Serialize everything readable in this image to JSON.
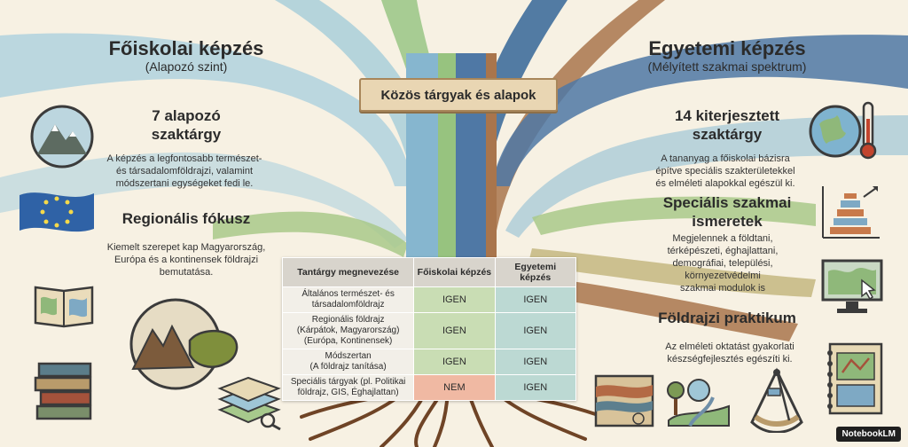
{
  "left": {
    "title": "Főiskolai képzés",
    "subtitle": "(Alapozó szint)",
    "section1": {
      "title_line1": "7 alapozó",
      "title_line2": "szaktárgy",
      "text_lines": [
        "A képzés a legfontosabb természet-",
        "és társadalomföldrajzi, valamint",
        "módszertani egységeket fedi le."
      ]
    },
    "section2": {
      "title": "Regionális fókusz",
      "text_lines": [
        "Kiemelt szerepet kap Magyarország,",
        "Európa és a kontinensek földrajzi",
        "bemutatása."
      ]
    }
  },
  "center": {
    "banner": "Közös tárgyak és alapok"
  },
  "right": {
    "title": "Egyetemi képzés",
    "subtitle": "(Mélyített szakmai spektrum)",
    "section1": {
      "title_line1": "14 kiterjesztett",
      "title_line2": "szaktárgy",
      "text_lines": [
        "A tananyag a főiskolai bázisra",
        "építve speciális szakterületekkel",
        "és elméleti alapokkal egészül ki."
      ]
    },
    "section2": {
      "title_line1": "Speciális szakmai",
      "title_line2": "ismeretek",
      "text_lines": [
        "Megjelennek a földtani,",
        "térképészeti, éghajlattani,",
        "demográfiai, települési,",
        "környezetvédelmi",
        "szakmai modulok is"
      ]
    },
    "section3": {
      "title": "Földrajzi praktikum",
      "text_lines": [
        "Az elméleti oktatást gyakorlati",
        "készségfejlesztés egészíti ki."
      ]
    }
  },
  "table": {
    "headers": [
      "Tantárgy megnevezése",
      "Főiskolai képzés",
      "Egyetemi képzés"
    ],
    "rows": [
      {
        "subject_lines": [
          "Általános természet- és",
          "társadalomföldrajz"
        ],
        "college": "IGEN",
        "university": "IGEN"
      },
      {
        "subject_lines": [
          "Regionális földrajz",
          "(Kárpátok, Magyarország)",
          "(Európa, Kontinensek)"
        ],
        "college": "IGEN",
        "university": "IGEN"
      },
      {
        "subject_lines": [
          "Módszertan",
          "(A földrajz tanítása)"
        ],
        "college": "IGEN",
        "university": "IGEN"
      },
      {
        "subject_lines": [
          "Speciális tárgyak (pl. Politikai",
          "földrajz, GIS, Éghajlattan)"
        ],
        "college": "NEM",
        "university": "IGEN"
      }
    ]
  },
  "brand": "NotebookLM",
  "colors": {
    "left_branch": "#9fc6d6",
    "right_branch": "#4f78a5",
    "trunk_blue": "#7fb0cc",
    "trunk_green": "#93c37b",
    "roots": "#7a4b2b",
    "branch_green": "#a9c98a",
    "branch_brown": "#a9754c"
  },
  "icons": [
    "mountain-icon",
    "eu-flag-icon",
    "book-map-icon",
    "hungary-map-icon",
    "books-icon",
    "gis-layers-icon",
    "globe-thermometer-icon",
    "population-pyramid-icon",
    "computer-map-icon",
    "geology-strata-icon",
    "field-trip-icon",
    "sextant-icon",
    "notebook-map-icon"
  ]
}
